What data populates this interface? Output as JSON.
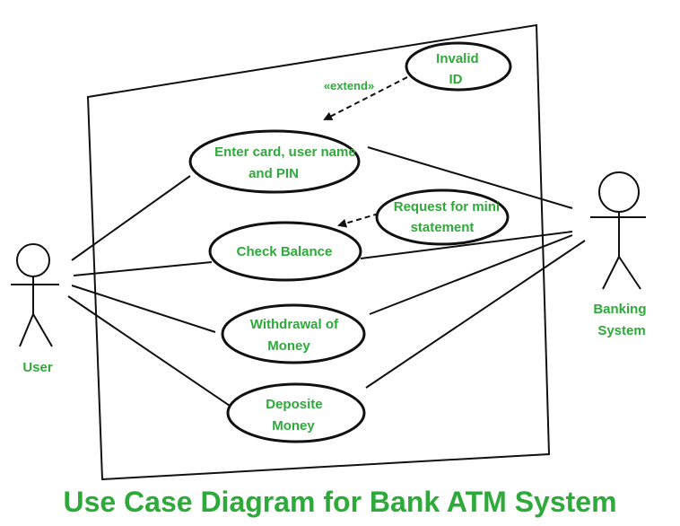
{
  "actors": {
    "user": {
      "label": "User"
    },
    "banking_system": {
      "label": "Banking System",
      "lines": [
        "Banking",
        "System"
      ]
    }
  },
  "use_cases": {
    "enter_card": {
      "lines": [
        "Enter card, user name",
        "and PIN"
      ]
    },
    "check_balance": {
      "lines": [
        "Check Balance"
      ]
    },
    "withdrawal": {
      "lines": [
        "Withdrawal of",
        "Money"
      ]
    },
    "deposit": {
      "lines": [
        "Deposite",
        "Money"
      ]
    },
    "invalid_id": {
      "lines": [
        "Invalid",
        "ID"
      ]
    },
    "mini_statement": {
      "lines": [
        "Request for mini",
        "statement"
      ]
    }
  },
  "relations": {
    "extend_label": "«extend»"
  },
  "title": "Use Case Diagram for Bank ATM System",
  "colors": {
    "text": "#2eaa3a",
    "lines": "#111111"
  }
}
